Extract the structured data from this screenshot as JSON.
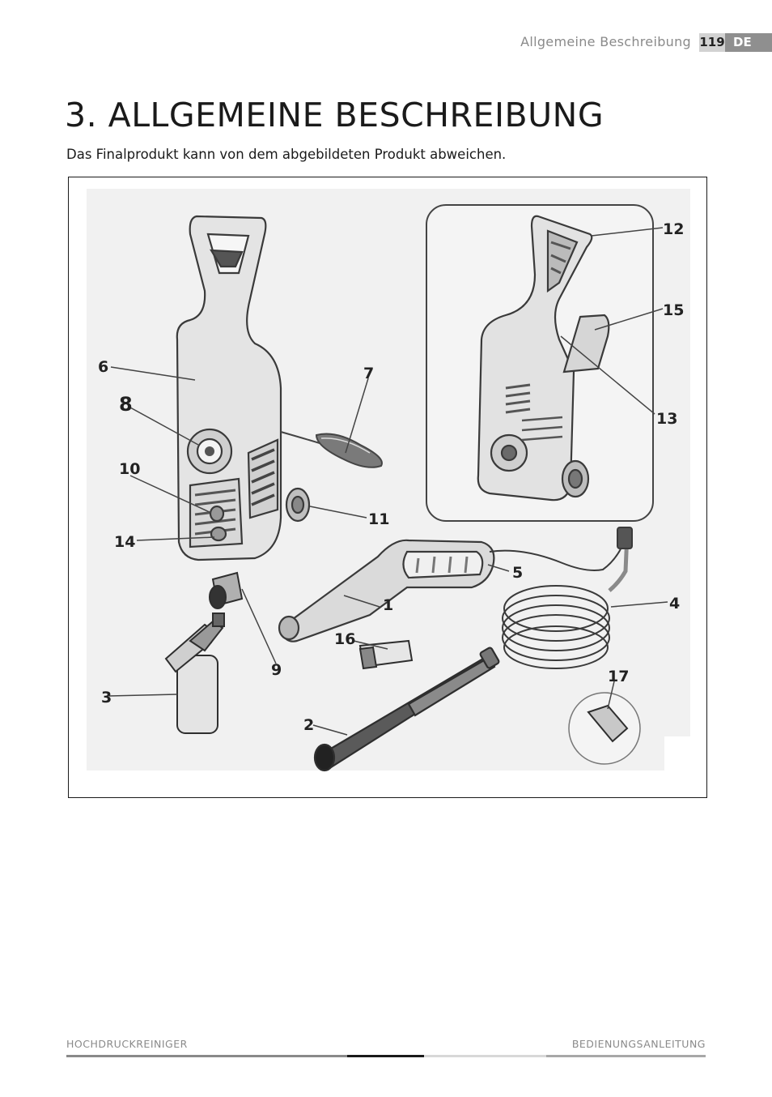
{
  "header": {
    "section_title": "Allgemeine Beschreibung",
    "page_number": "119",
    "language": "DE"
  },
  "main": {
    "title": "3. ALLGEMEINE BESCHREIBUNG",
    "subtitle": "Das Finalprodukt kann von dem abgebildeten Produkt abweichen."
  },
  "figure": {
    "callouts": [
      "1",
      "2",
      "3",
      "4",
      "5",
      "6",
      "7",
      "8",
      "9",
      "10",
      "11",
      "12",
      "13",
      "14",
      "15",
      "16",
      "17"
    ]
  },
  "footer": {
    "left": "HOCHDRUCKREINIGER",
    "right": "BEDIENUNGSANLEITUNG"
  }
}
